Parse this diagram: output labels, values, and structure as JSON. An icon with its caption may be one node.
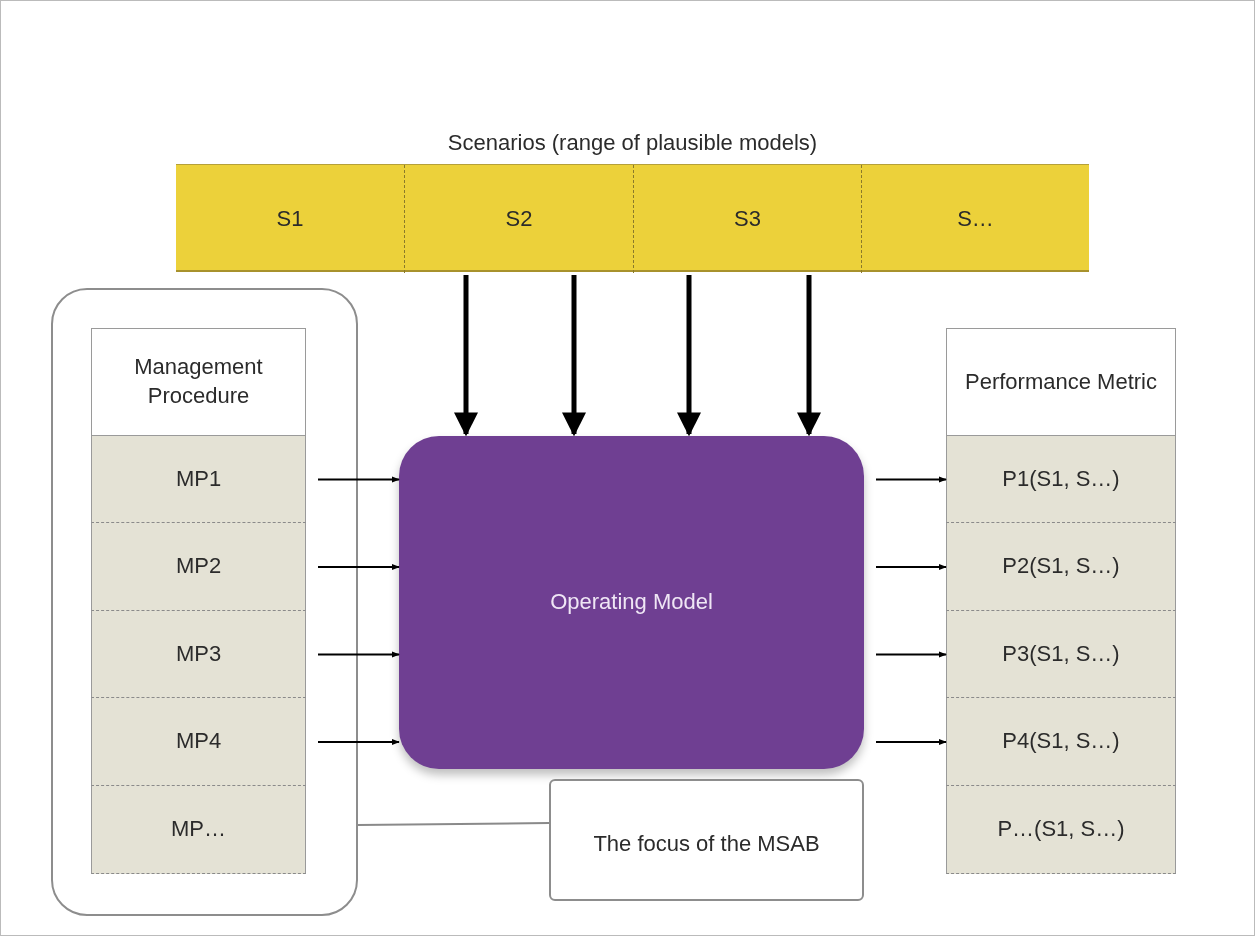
{
  "diagram": {
    "nodes": [
      {
        "text": [
          "Scenarios (range of plausible models)"
        ]
      },
      {
        "text": [
          "S1"
        ],
        "in": 0
      },
      {
        "text": [
          "S2"
        ],
        "in": 0
      },
      {
        "text": [
          "S3"
        ],
        "in": 0
      },
      {
        "text": [
          "S…"
        ],
        "in": 0
      },
      {
        "text": [],
        "shape": "box"
      },
      {
        "text": [
          "Management Procedure"
        ],
        "in": 5
      },
      {
        "text": [
          "MP1"
        ],
        "in": 5
      },
      {
        "text": [
          "MP2"
        ],
        "in": 5
      },
      {
        "text": [
          "MP3"
        ],
        "in": 5
      },
      {
        "text": [
          "MP4"
        ],
        "in": 5
      },
      {
        "text": [
          "MP…"
        ],
        "in": 5
      },
      {
        "text": [
          "Operating Model"
        ]
      },
      {
        "text": [
          "Performance Metric"
        ]
      },
      {
        "text": [
          "P1(S1, S…)"
        ]
      },
      {
        "text": [
          "P2(S1, S…)"
        ]
      },
      {
        "text": [
          "P3(S1, S…)"
        ]
      },
      {
        "text": [
          "P4(S1, S…)"
        ]
      },
      {
        "text": [
          "P…(S1, S…)"
        ]
      },
      {
        "text": [
          "The focus of the MSAB"
        ]
      }
    ],
    "edges": [
      {
        "from": 0,
        "to": 12,
        "arrow": "to",
        "style": "thick"
      },
      {
        "from": 0,
        "to": 12,
        "arrow": "to",
        "style": "thick"
      },
      {
        "from": 0,
        "to": 12,
        "arrow": "to",
        "style": "thick"
      },
      {
        "from": 0,
        "to": 12,
        "arrow": "to",
        "style": "thick"
      },
      {
        "from": 7,
        "to": 12,
        "arrow": "to"
      },
      {
        "from": 8,
        "to": 12,
        "arrow": "to"
      },
      {
        "from": 9,
        "to": 12,
        "arrow": "to"
      },
      {
        "from": 10,
        "to": 12,
        "arrow": "to"
      },
      {
        "from": 12,
        "to": 14,
        "arrow": "to"
      },
      {
        "from": 12,
        "to": 15,
        "arrow": "to"
      },
      {
        "from": 12,
        "to": 16,
        "arrow": "to"
      },
      {
        "from": 12,
        "to": 17,
        "arrow": "to"
      },
      {
        "from": 19,
        "to": 5,
        "arrow": "none",
        "color": "#8a8a8a"
      }
    ]
  }
}
